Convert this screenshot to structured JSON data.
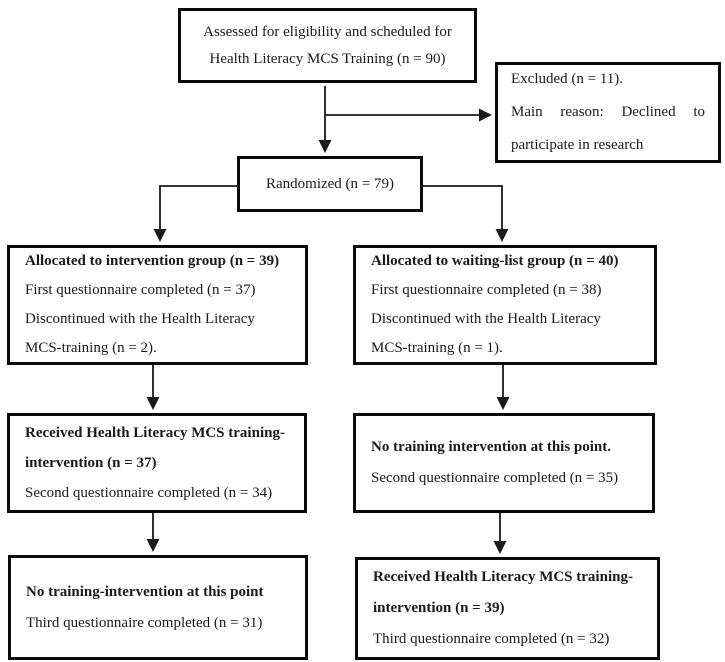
{
  "diagram": {
    "title": "CONSORT participant flow diagram",
    "colors": {
      "box_border": "#0a0a0a",
      "box_background": "#ffffff",
      "text": "#1a1a1a",
      "arrow": "#1a1a1a"
    },
    "boxes": {
      "assessed": {
        "line1": "Assessed for eligibility and scheduled for",
        "line2": "Health Literacy MCS Training (n = 90)"
      },
      "excluded": {
        "line1": "Excluded (n = 11).",
        "line2": "Main reason: Declined to participate in research"
      },
      "randomized": {
        "line1": "Randomized (n = 79)"
      },
      "allocated_intervention": {
        "line1": "Allocated to intervention group (n = 39)",
        "line2": "First questionnaire completed (n = 37)",
        "line3": "Discontinued with the Health Literacy",
        "line4": "MCS-training (n = 2)."
      },
      "allocated_waiting_list": {
        "line1": "Allocated to waiting-list group (n = 40)",
        "line2": "First questionnaire completed (n = 38)",
        "line3": "Discontinued with the Health Literacy",
        "line4": "MCS-training (n = 1)."
      },
      "received_training_t2": {
        "line1": "Received Health Literacy MCS training-",
        "line2": "intervention (n = 37)",
        "line3": "Second questionnaire completed (n = 34)"
      },
      "no_training_t2": {
        "line1": "No training intervention at this point.",
        "line2": "Second questionnaire completed (n = 35)"
      },
      "no_training_t3": {
        "line1": "No training-intervention at this point",
        "line2": "Third questionnaire completed (n = 31)"
      },
      "received_training_t3": {
        "line1": "Received Health Literacy MCS training-",
        "line2": "intervention (n = 39)",
        "line3": "Third questionnaire completed (n = 32)"
      }
    }
  }
}
